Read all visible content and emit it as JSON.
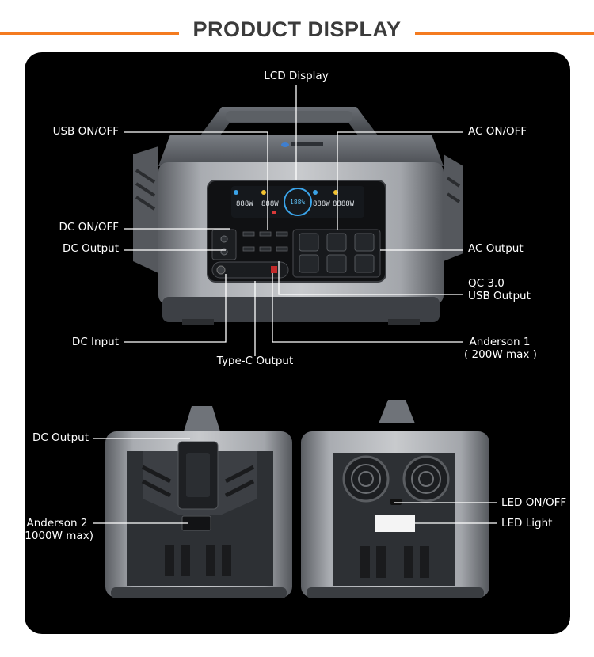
{
  "header": {
    "title": "PRODUCT DISPLAY",
    "accent_color": "#f47b20",
    "text_color": "#3b3b3b"
  },
  "panel": {
    "background": "#000000"
  },
  "device": {
    "lcd_readouts": [
      "888W",
      "888W",
      "188%",
      "888W",
      "8888W"
    ]
  },
  "labels": {
    "lcd_display": "LCD Display",
    "usb_on_off": "USB ON/OFF",
    "ac_on_off": "AC ON/OFF",
    "dc_on_off": "DC ON/OFF",
    "dc_output": "DC Output",
    "ac_output": "AC Output",
    "qc_line1": "QC 3.0",
    "qc_line2": "USB Output",
    "dc_input": "DC Input",
    "anderson1_line1": "Anderson 1",
    "anderson1_line2": "( 200W max )",
    "typec_output": "Type-C Output",
    "side_dc_output": "DC Output",
    "anderson2_line1": "Anderson 2",
    "anderson2_line2": "(1000W max)",
    "led_on_off": "LED ON/OFF",
    "led_light": "LED Light"
  }
}
